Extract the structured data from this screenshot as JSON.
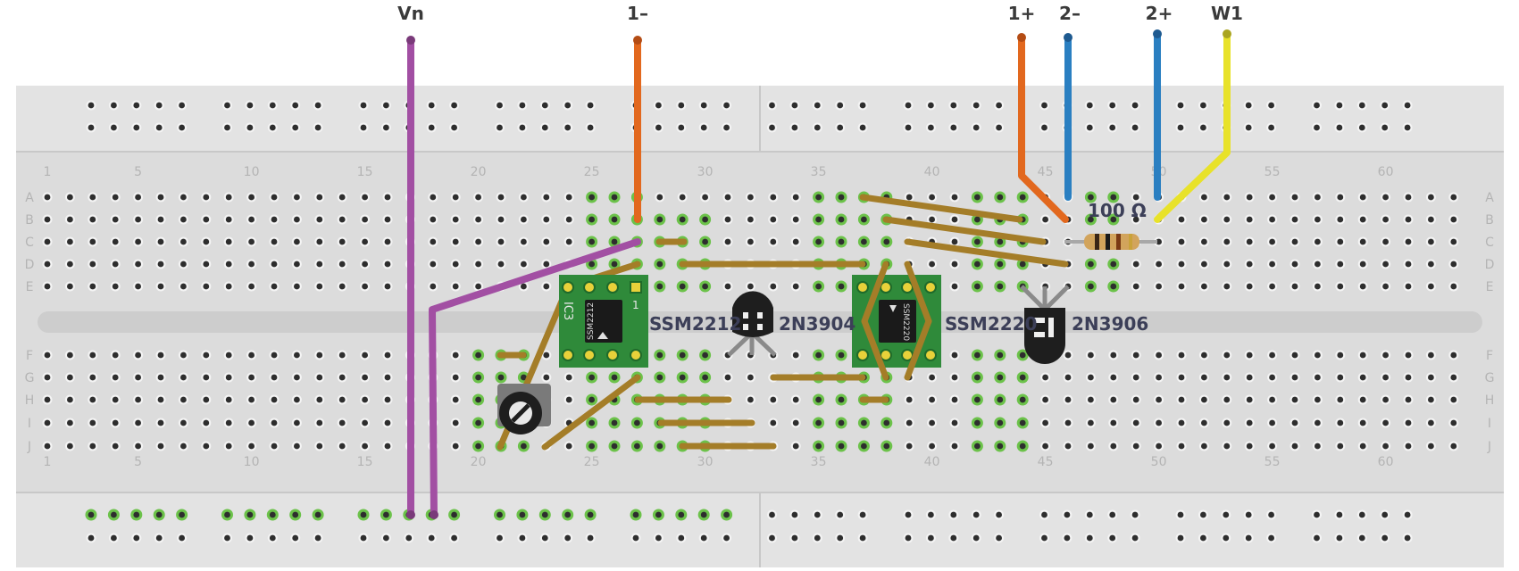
{
  "wire_labels": {
    "vn": "Vn",
    "one_minus": "1–",
    "one_plus": "1+",
    "two_minus": "2–",
    "two_plus": "2+",
    "w1": "W1"
  },
  "column_numbers": [
    "1",
    "5",
    "10",
    "15",
    "20",
    "25",
    "30",
    "35",
    "40",
    "45",
    "50",
    "55",
    "60"
  ],
  "row_letters_top": [
    "A",
    "B",
    "C",
    "D",
    "E"
  ],
  "row_letters_bottom": [
    "F",
    "G",
    "H",
    "I",
    "J"
  ],
  "parts": {
    "ssm2212": "SSM2212",
    "q1": "2N3904",
    "ssm2220": "SSM2220",
    "q2": "2N3906",
    "resistor": "100 Ω",
    "ic3_silk": "IC3",
    "ic3_chip": "SSM2212",
    "ic4_chip": "SSM2220"
  },
  "colors": {
    "board": "#dedede",
    "rail_area": "#e4e4e4",
    "groove": "#cfcfcf",
    "hole": "#2e2e2e",
    "hole_active": "#6cc24a",
    "pcb": "#2f8a3a",
    "purple_wire": "#a24fa3",
    "orange_wire": "#e2681e",
    "blue_wire": "#2a7fc1",
    "yellow_wire": "#e8e22a",
    "jumper": "#a47d28"
  }
}
